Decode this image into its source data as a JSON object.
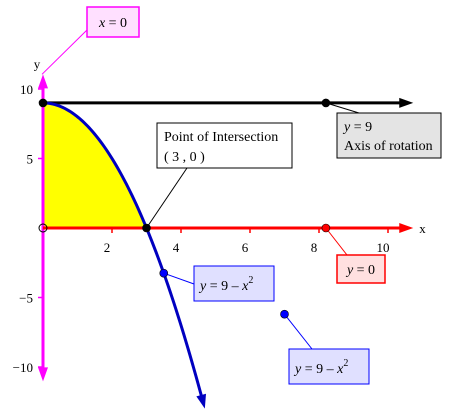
{
  "chart_data": {
    "type": "line",
    "xlim": [
      -0.1,
      10.5
    ],
    "ylim": [
      -10.6,
      11.2
    ],
    "x_axis": {
      "label": "x",
      "ticks": [
        2,
        4,
        6,
        8,
        10
      ],
      "tick_labels": [
        "2",
        "4",
        "6",
        "8",
        "10"
      ],
      "color": "#ff0000"
    },
    "y_axis": {
      "label": "y",
      "ticks": [
        -10,
        -5,
        5,
        10
      ],
      "tick_labels": [
        "−10",
        "−5",
        "5",
        "10"
      ],
      "color": "#ff00ff"
    },
    "grid": false,
    "series": [
      {
        "name": "y = 9 − x^2",
        "role": "curve",
        "color": "#0000c0",
        "x_range": [
          0,
          4.6
        ]
      },
      {
        "name": "y = 9",
        "role": "axis-of-rotation",
        "color": "#000000",
        "y": 9,
        "x_range": [
          0,
          10.5
        ]
      }
    ],
    "shaded_region": {
      "between": [
        "y = 9 − x^2",
        "y = 0"
      ],
      "x_range": [
        0,
        3
      ],
      "color": "#ffff00"
    },
    "points": [
      {
        "x": 0,
        "y": 9,
        "color": "#000000"
      },
      {
        "x": 3,
        "y": 0,
        "color": "#000000"
      },
      {
        "x": 8.2,
        "y": 9,
        "color": "#000000"
      },
      {
        "x": 8.2,
        "y": 0,
        "color": "#ff0000"
      },
      {
        "x": 3.5,
        "y": -3.25,
        "color": "#0000ff"
      },
      {
        "x": 7,
        "y": -6.2,
        "color": "#0000ff"
      },
      {
        "x": 0,
        "y": 0,
        "color": "#000000"
      }
    ],
    "annotations": {
      "x_equals_zero": {
        "var": "x",
        "rest": " = 0"
      },
      "y_equals_nine": {
        "var": "y",
        "rest": " = 9",
        "line2": "Axis of rotation"
      },
      "intersection": {
        "line1": "Point of Intersection",
        "line2": "( 3 , 0 )"
      },
      "y_equals_zero": {
        "var": "y",
        "rest": " = 0"
      },
      "curve_label": {
        "var": "y",
        "mid": " = 9 – ",
        "var2": "x",
        "sup": "2"
      }
    }
  }
}
